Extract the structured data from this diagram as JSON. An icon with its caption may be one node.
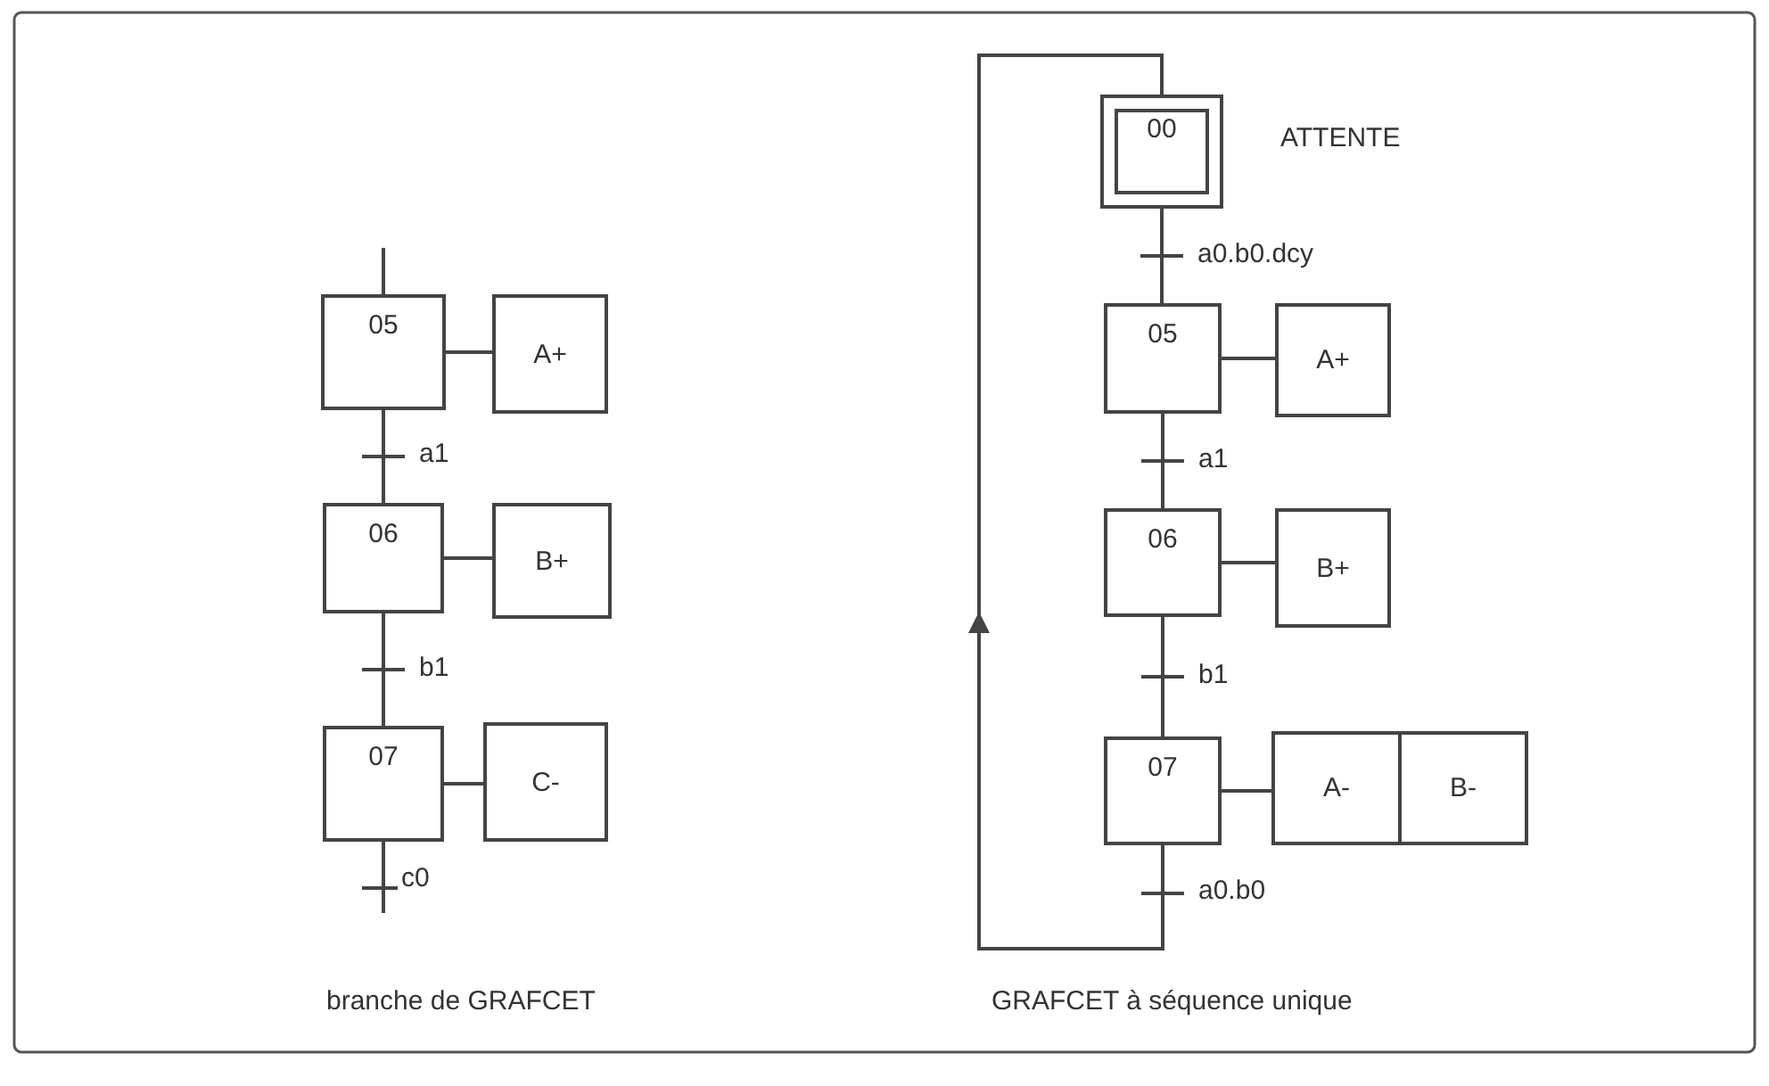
{
  "diagram": {
    "nodes": [
      {
        "text": [
          "05"
        ]
      },
      {
        "text": [
          "A+"
        ]
      },
      {
        "text": [
          "06"
        ]
      },
      {
        "text": [
          "B+"
        ]
      },
      {
        "text": [
          "07"
        ]
      },
      {
        "text": [
          "C-"
        ]
      },
      {
        "text": [
          "00"
        ],
        "beside": [
          "ATTENTE"
        ]
      },
      {
        "text": [
          "05"
        ]
      },
      {
        "text": [
          "A+"
        ]
      },
      {
        "text": [
          "06"
        ]
      },
      {
        "text": [
          "B+"
        ]
      },
      {
        "text": [
          "07"
        ]
      },
      {
        "text": [
          "A-"
        ]
      },
      {
        "text": [
          "B-"
        ]
      }
    ],
    "edges": [
      {
        "from": null,
        "to": 0,
        "arrow": "none"
      },
      {
        "from": 0,
        "to": 1,
        "arrow": "none"
      },
      {
        "from": 0,
        "to": 2,
        "arrow": "none",
        "label": "a1"
      },
      {
        "from": 2,
        "to": 3,
        "arrow": "none"
      },
      {
        "from": 2,
        "to": 4,
        "arrow": "none",
        "label": "b1"
      },
      {
        "from": 4,
        "to": 5,
        "arrow": "none"
      },
      {
        "from": 4,
        "to": null,
        "arrow": "none",
        "label": "c0"
      },
      {
        "from": 6,
        "to": 7,
        "arrow": "none",
        "label": "a0.b0.dcy"
      },
      {
        "from": 7,
        "to": 8,
        "arrow": "none"
      },
      {
        "from": 7,
        "to": 9,
        "arrow": "none",
        "label": "a1"
      },
      {
        "from": 9,
        "to": 10,
        "arrow": "none"
      },
      {
        "from": 9,
        "to": 11,
        "arrow": "none",
        "label": "b1"
      },
      {
        "from": 11,
        "to": 12,
        "arrow": "none"
      },
      {
        "from": 11,
        "to": 6,
        "arrow": "to",
        "label": "a0.b0"
      }
    ],
    "labels": [
      "branche de GRAFCET",
      "GRAFCET à séquence unique"
    ]
  }
}
